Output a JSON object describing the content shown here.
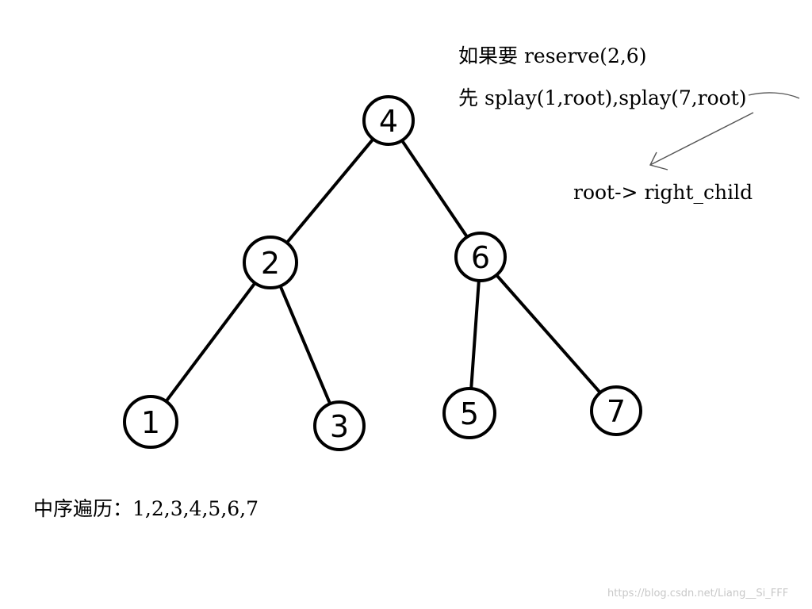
{
  "colors": {
    "ink": "#000000",
    "arrow": "#555555",
    "watermark": "#c8c8c8"
  },
  "tree": {
    "nodes": [
      {
        "id": "n4",
        "label": "4",
        "parent": null
      },
      {
        "id": "n2",
        "label": "2",
        "parent": "n4"
      },
      {
        "id": "n6",
        "label": "6",
        "parent": "n4"
      },
      {
        "id": "n1",
        "label": "1",
        "parent": "n2"
      },
      {
        "id": "n3",
        "label": "3",
        "parent": "n2"
      },
      {
        "id": "n5",
        "label": "5",
        "parent": "n6"
      },
      {
        "id": "n7",
        "label": "7",
        "parent": "n6"
      }
    ]
  },
  "notes": {
    "line1": "如果要 reserve(2,6)",
    "line2": "先 splay(1,root),splay(7,root)",
    "target": "root-> right_child",
    "inorder": "中序遍历：1,2,3,4,5,6,7"
  },
  "watermark": "https://blog.csdn.net/Liang__Si_FFF"
}
